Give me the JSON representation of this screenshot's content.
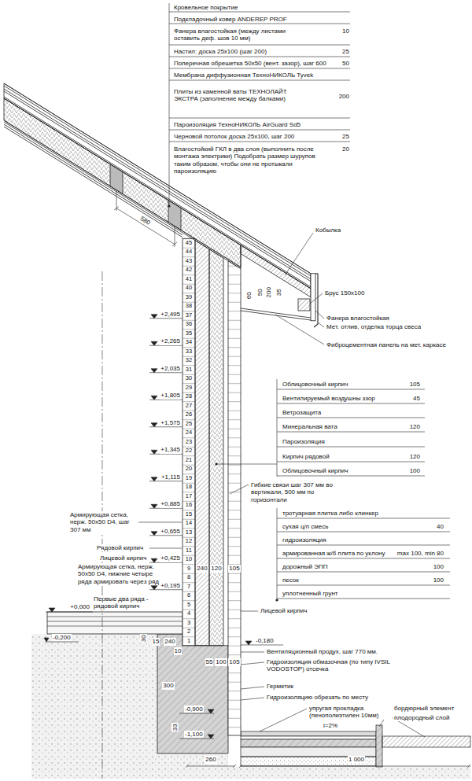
{
  "diagram": {
    "labels": [
      "Кровельное покрытие",
      "Подкладочный ковер ANDEREP PROF",
      "Фанера влагостойкая (между листами оставить деф. шов 10 мм)",
      "10",
      "Настил: доска 25х100 (шаг 200)",
      "25",
      "Поперечная обрешетка 50х50 (вент. зазор), шаг 600",
      "50",
      "Мембрана диффузионная ТехноНИКОЛЬ Tyvek",
      "Плиты из каменной ваты ТЕХНОЛАЙТ ЭКСТРА (заполнение между балками)",
      "200",
      "Пароизоляция ТехноНИКОЛЬ AirGuard Sd5",
      "Черновой потолок доска 25х100, шаг 200",
      "25",
      "Влагостойкий ГКЛ в два слоя (выполнить после монтажа электрики) Подобрать размер шурупов таким образом, чтобы они не протыкали пароизоляцию",
      "20",
      "Облицовочный кирпич",
      "105",
      "Вентилируемый воздушны ззор",
      "45",
      "Ветрозащита",
      "Минеральная вата",
      "120",
      "Пароизоляция",
      "Кирпич рядовой",
      "120",
      "Облицовочный кирпич",
      "100",
      "580",
      "Кобылка",
      "50",
      "200",
      "35",
      "60",
      "Брус 150х100",
      "Фанера влагостойкая",
      "Мет. отлив, отделка торца свеса",
      "Фиброцементная панель на мет. каркасе",
      "1",
      "2",
      "3",
      "4",
      "5",
      "6",
      "7",
      "8",
      "9",
      "10",
      "11",
      "12",
      "13",
      "14",
      "15",
      "16",
      "17",
      "18",
      "19",
      "20",
      "21",
      "22",
      "23",
      "24",
      "25",
      "26",
      "27",
      "28",
      "29",
      "30",
      "31",
      "32",
      "33",
      "34",
      "35",
      "36",
      "37",
      "38",
      "39",
      "40",
      "41",
      "42",
      "43",
      "44",
      "45",
      "+2,495",
      "+2,265",
      "+2,035",
      "+1,805",
      "+1,575",
      "+1,345",
      "+1,115",
      "+0,885",
      "+0,655",
      "+0,425",
      "+0,195",
      "Гибкие связи шаг 307 мм во вертикали, 500 мм по горизонтали",
      "Армирующая сетка, нерж. 50х50 D4, шаг 307 мм",
      "Рядовой кирпич",
      "Лицевой кирпич",
      "Армирующая сетка, нерж. 50х50 D4, нижние четыре ряда армировать через ряд",
      "Первые два ряда - рядовой кирпич",
      "+0,000",
      "-0,200",
      "-0,180",
      "240",
      "120",
      "105",
      "Лицевой кирпич",
      "Вентиляционный продух, шаг 770 мм.",
      "Гидроизоляция обмазочная (по типу IVSIL VODOSTOP) отсечка",
      "Герметик",
      "Гидроизоляцию обрезать по месту",
      "упругая прокладка (пенополиэтилен 10мм)",
      "i=2%",
      "бордюрный элемент",
      "плодородный слой",
      "тротуарная плитка либо клинкер",
      "сухая ц/п смесь",
      "40",
      "гидроизоляция",
      "армированная ж/б плита по уклону",
      "max 100, min 80",
      "дорожный ЭПП",
      "100",
      "песок",
      "100",
      "уплотненный грунт",
      "30",
      "15",
      "240",
      "10",
      "300",
      "55",
      "100",
      "105",
      "-0,900",
      "33",
      "-1,100",
      "260",
      "1 000"
    ]
  }
}
